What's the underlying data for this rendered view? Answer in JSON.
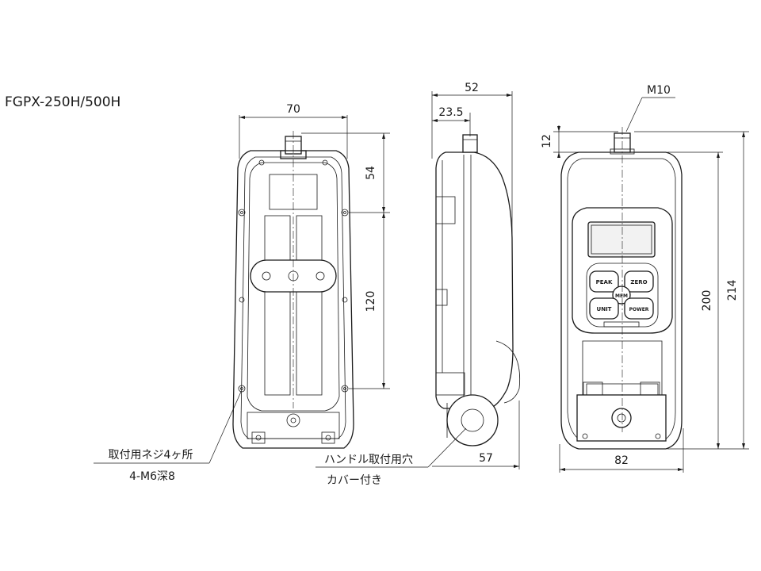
{
  "title": "FGPX-250H/500H",
  "dimensions": {
    "front_width": "70",
    "top_mount_spacing": "54",
    "mount_spacing_long": "120",
    "side_depth_total": "52",
    "side_shaft_offset": "23.5",
    "side_bottom_depth": "57",
    "thread": "M10",
    "shaft_height": "12",
    "body_height": "200",
    "total_height": "214",
    "display_width": "82"
  },
  "annotations": {
    "mount_holes_line1": "取付用ネジ4ヶ所",
    "mount_holes_line2": "4-M6深8",
    "handle_hole_line1": "ハンドル取付用穴",
    "handle_hole_line2": "カバー付き"
  },
  "buttons": {
    "peak": "PEAK",
    "zero": "ZERO",
    "mem": "MEM",
    "unit": "UNIT",
    "power": "POWER"
  }
}
